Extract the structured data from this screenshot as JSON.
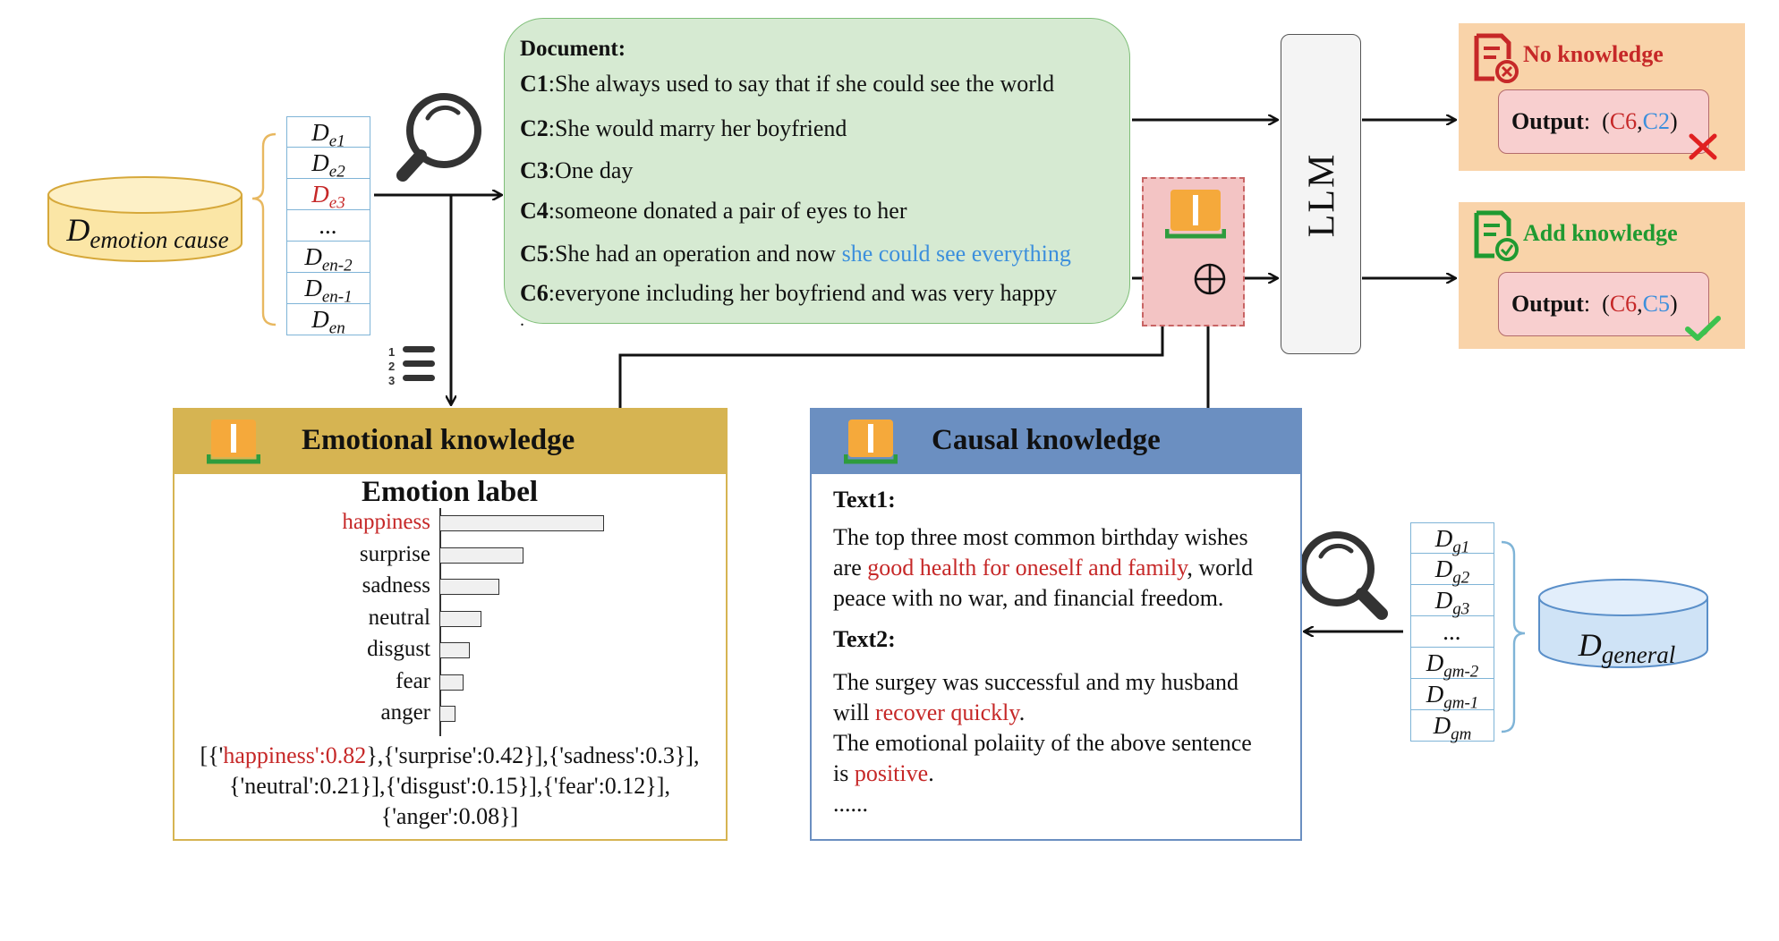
{
  "db_left": {
    "label_main": "D",
    "label_sub": "emotion cause",
    "stack": [
      {
        "main": "D",
        "sub": "e1"
      },
      {
        "main": "D",
        "sub": "e2"
      },
      {
        "main": "D",
        "sub": "e3",
        "highlight": true
      },
      {
        "main": "...",
        "sub": ""
      },
      {
        "main": "D",
        "sub": "en-2"
      },
      {
        "main": "D",
        "sub": "en-1"
      },
      {
        "main": "D",
        "sub": "en"
      }
    ]
  },
  "db_right": {
    "label_main": "D",
    "label_sub": "general",
    "stack": [
      {
        "main": "D",
        "sub": "g1"
      },
      {
        "main": "D",
        "sub": "g2"
      },
      {
        "main": "D",
        "sub": "g3"
      },
      {
        "main": "...",
        "sub": ""
      },
      {
        "main": "D",
        "sub": "gm-2"
      },
      {
        "main": "D",
        "sub": "gm-1"
      },
      {
        "main": "D",
        "sub": "gm"
      }
    ]
  },
  "document": {
    "title": "Document:",
    "clauses": [
      {
        "id": "C1",
        "text": ":She always used to say that if she could see the world",
        "highlight": ""
      },
      {
        "id": "C2",
        "text": ":She would marry her boyfriend",
        "highlight": ""
      },
      {
        "id": "C3",
        "text": ":One day",
        "highlight": ""
      },
      {
        "id": "C4",
        "text": ":someone donated a pair of eyes to her",
        "highlight": ""
      },
      {
        "id": "C5",
        "text": ":She had an operation and now ",
        "highlight": "she could see everything"
      },
      {
        "id": "C6",
        "text": ":everyone including her boyfriend and was very happy",
        "highlight": ""
      }
    ],
    "trailing": "."
  },
  "llm": {
    "label": "LLM"
  },
  "outputs": {
    "no_knowledge": {
      "title": "No knowledge",
      "output_label": "Output",
      "colon": ":",
      "open": "(",
      "a": "C6",
      "comma": ",",
      "b": "C2",
      "close": ")"
    },
    "add_knowledge": {
      "title": "Add knowledge",
      "output_label": "Output",
      "colon": ":",
      "open": "(",
      "a": "C6",
      "comma": ",",
      "b": "C5",
      "close": ")"
    }
  },
  "emotional_knowledge": {
    "title": "Emotional knowledge",
    "chart_title": "Emotion label",
    "summary": [
      "[{'happiness':0.82},{'surprise':0.42}],{'sadness':0.3}],",
      "{'neutral':0.21}],{'disgust':0.15}],{'fear':0.12}],",
      "{'anger':0.08}]"
    ]
  },
  "chart_data": {
    "type": "bar",
    "orientation": "horizontal",
    "title": "Emotion label",
    "categories": [
      "happiness",
      "surprise",
      "sadness",
      "neutral",
      "disgust",
      "fear",
      "anger"
    ],
    "values": [
      0.82,
      0.42,
      0.3,
      0.21,
      0.15,
      0.12,
      0.08
    ],
    "highlight": "happiness"
  },
  "causal_knowledge": {
    "title": "Causal knowledge",
    "text1_label": "Text1:",
    "text1": {
      "l1": "The top three most common birthday wishes",
      "l2a": "are ",
      "l2b": "good health for oneself and family",
      "l2c": ", world",
      "l3": "peace with no war, and financial freedom."
    },
    "text2_label": "Text2:",
    "text2": {
      "l1": "The surgey was successful and my husband",
      "l2a": "will ",
      "l2b": "recover quickly",
      "l2c": ".",
      "l3": "The emotional polaiity of the above sentence",
      "l4a": "is ",
      "l4b": "positive",
      "l4c": "."
    },
    "ellipsis": "......"
  },
  "colors": {
    "highlight_red": "#c62828",
    "highlight_blue": "#3c8fdc",
    "doc_bg": "#d6ead2",
    "emo_header": "#d6b452",
    "causal_header": "#6b8fc1",
    "output_panel": "#f9d3a9",
    "fusion_bg": "#f3c4c4"
  },
  "icons": [
    "search-icon",
    "numbered-list-icon",
    "book-icon",
    "no-knowledge-icon",
    "add-knowledge-icon",
    "cross-icon",
    "check-icon",
    "plus-circle-icon",
    "database-icon"
  ]
}
